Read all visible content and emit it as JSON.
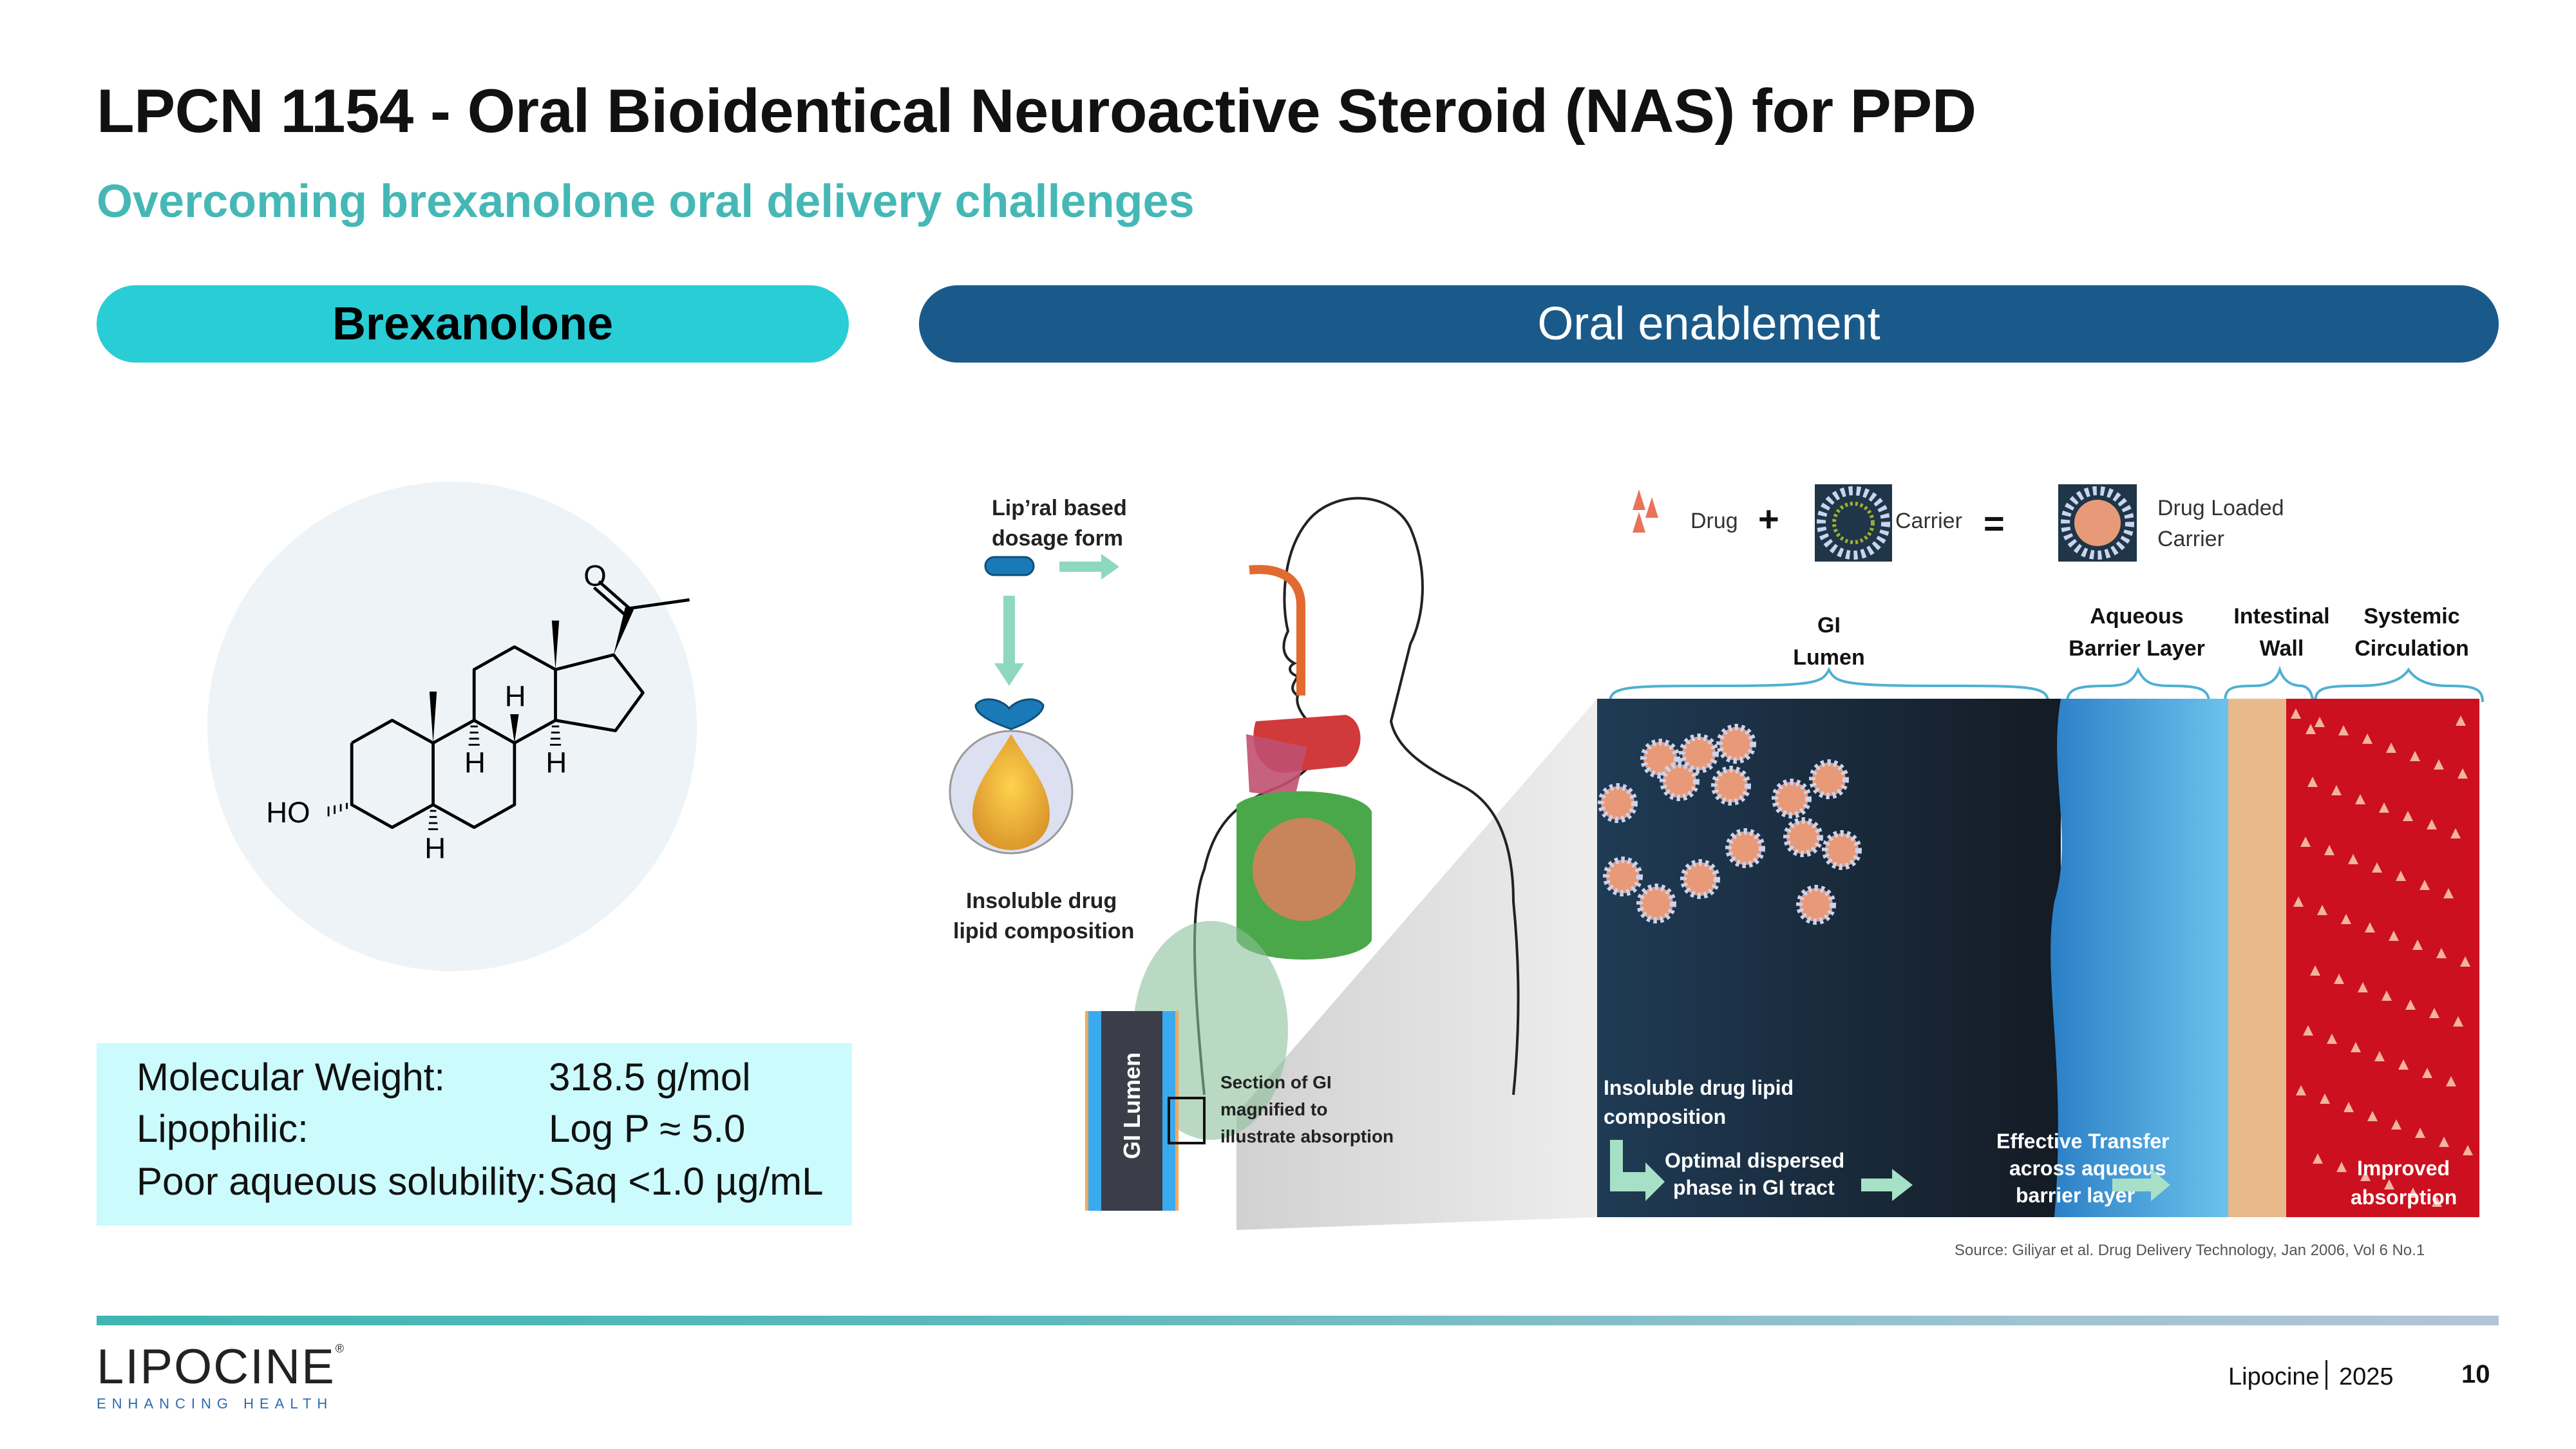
{
  "header": {
    "title": "LPCN 1154 - Oral Bioidentical Neuroactive Steroid (NAS) for PPD",
    "subtitle": "Overcoming brexanolone oral delivery challenges"
  },
  "sections": {
    "left_label": "Brexanolone",
    "right_label": "Oral enablement"
  },
  "molecule": {
    "name": "Brexanolone",
    "atom_labels": {
      "oxygen": "O",
      "hydroxyl": "HO",
      "hydrogen": "H"
    }
  },
  "properties": [
    {
      "label": "Molecular Weight:",
      "value": "318.5 g/mol"
    },
    {
      "label": "Lipophilic:",
      "value": "Log P ≈ 5.0"
    },
    {
      "label": "Poor aqueous solubility:",
      "value": "Saq <1.0 µg/mL"
    }
  ],
  "diagram": {
    "body": {
      "dosage_form_label_line1": "Lip’ral based",
      "dosage_form_label_line2": "dosage form",
      "composition_label_line1": "Insoluble drug",
      "composition_label_line2": "lipid composition",
      "gi_lumen_label": "GI Lumen",
      "section_label_line1": "Section of GI",
      "section_label_line2": "magnified to",
      "section_label_line3": "illustrate absorption"
    },
    "legend": {
      "drug": "Drug",
      "plus": "+",
      "carrier": "Carrier",
      "equals": "=",
      "loaded_line1": "Drug Loaded",
      "loaded_line2": "Carrier"
    },
    "regions": {
      "gi_lumen_line1": "GI",
      "gi_lumen_line2": "Lumen",
      "aqueous_line1": "Aqueous",
      "aqueous_line2": "Barrier Layer",
      "intestinal_line1": "Intestinal",
      "intestinal_line2": "Wall",
      "systemic_line1": "Systemic",
      "systemic_line2": "Circulation"
    },
    "steps": {
      "insoluble_line1": "Insoluble drug lipid",
      "insoluble_line2": "composition",
      "optimal_line1": "Optimal dispersed",
      "optimal_line2": "phase in GI tract",
      "transfer_line1": "Effective Transfer",
      "transfer_line2": "across aqueous",
      "transfer_line3": "barrier layer",
      "improved_line1": "Improved",
      "improved_line2": "absorption"
    },
    "colors": {
      "lumen": "#1b2433",
      "aqueous": "#4aa6dc",
      "wall": "#e8b98a",
      "blood": "#cc1020",
      "arrow": "#9fd8c3",
      "drug": "#f08a6a"
    }
  },
  "source": "Source: Giliyar et al. Drug Delivery Technology, Jan 2006, Vol 6 No.1",
  "footer": {
    "logo_text": "LIPOCINE",
    "logo_reg": "®",
    "logo_tagline": "ENHANCING HEALTH",
    "company": "Lipocine",
    "year": "2025",
    "page_number": "10"
  },
  "theme": {
    "accent_teal": "#29cdd6",
    "accent_navy": "#1a5a8a",
    "subtitle_teal": "#45b8b6",
    "props_bg": "#cbfbfc"
  }
}
